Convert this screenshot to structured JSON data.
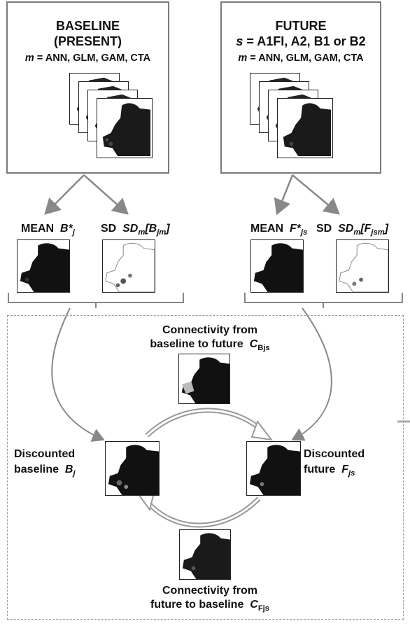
{
  "baseline_box": {
    "title1": "BASELINE",
    "title2": "(PRESENT)",
    "models_prefix": "m",
    "models": " = ANN, GLM, GAM, CTA"
  },
  "future_box": {
    "title1": "FUTURE",
    "scen_prefix": "s",
    "scenarios": " = A1FI, A2, B1 or B2",
    "models_prefix": "m",
    "models": " = ANN, GLM, GAM, CTA"
  },
  "baseline_mean": {
    "prefix": "MEAN",
    "sym": "B*",
    "sub": "j"
  },
  "baseline_sd": {
    "prefix": "SD",
    "sym": "SD",
    "sym_sub": "m",
    "arg": "[B",
    "arg_sub": "jm",
    "close": "]"
  },
  "future_mean": {
    "prefix": "MEAN",
    "sym": "F*",
    "sub": "js"
  },
  "future_sd": {
    "prefix": "SD",
    "sym": "SD",
    "sym_sub": "m",
    "arg": "[F",
    "arg_sub": "jsm",
    "close": "]"
  },
  "conn_bf": {
    "line1": "Connectivity from",
    "line2": "baseline to future",
    "sym": "C",
    "sub": "Bjs"
  },
  "conn_fb": {
    "line1": "Connectivity from",
    "line2": "future to baseline",
    "sym": "C",
    "sub": "Fjs"
  },
  "disc_baseline": {
    "line1": "Discounted",
    "line2": "baseline",
    "sym": "B",
    "sub": "j"
  },
  "disc_future": {
    "line1": "Discounted",
    "line2": "future",
    "sym": "F",
    "sub": "js"
  }
}
